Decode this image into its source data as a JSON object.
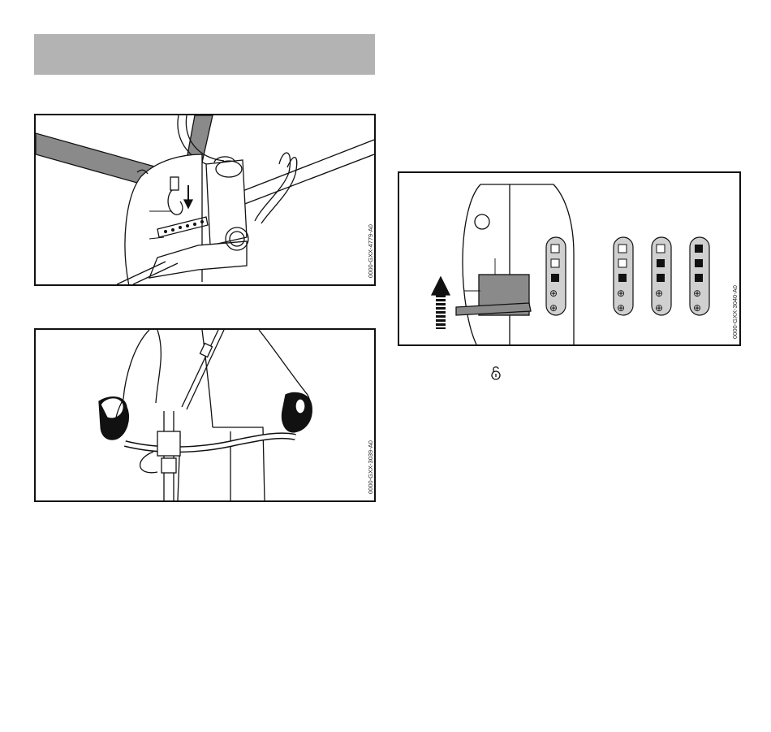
{
  "figures": [
    {
      "id": "fig1",
      "code": "0000-GXX-4779-A0"
    },
    {
      "id": "fig2",
      "code": "0000-GXX-3039-A0"
    },
    {
      "id": "fig3",
      "code": "0000-GXX-3040-A0"
    }
  ],
  "icons": {
    "inline": "unlock-icon"
  },
  "colors": {
    "header_bar": "#b3b3b3",
    "line": "#111111"
  }
}
